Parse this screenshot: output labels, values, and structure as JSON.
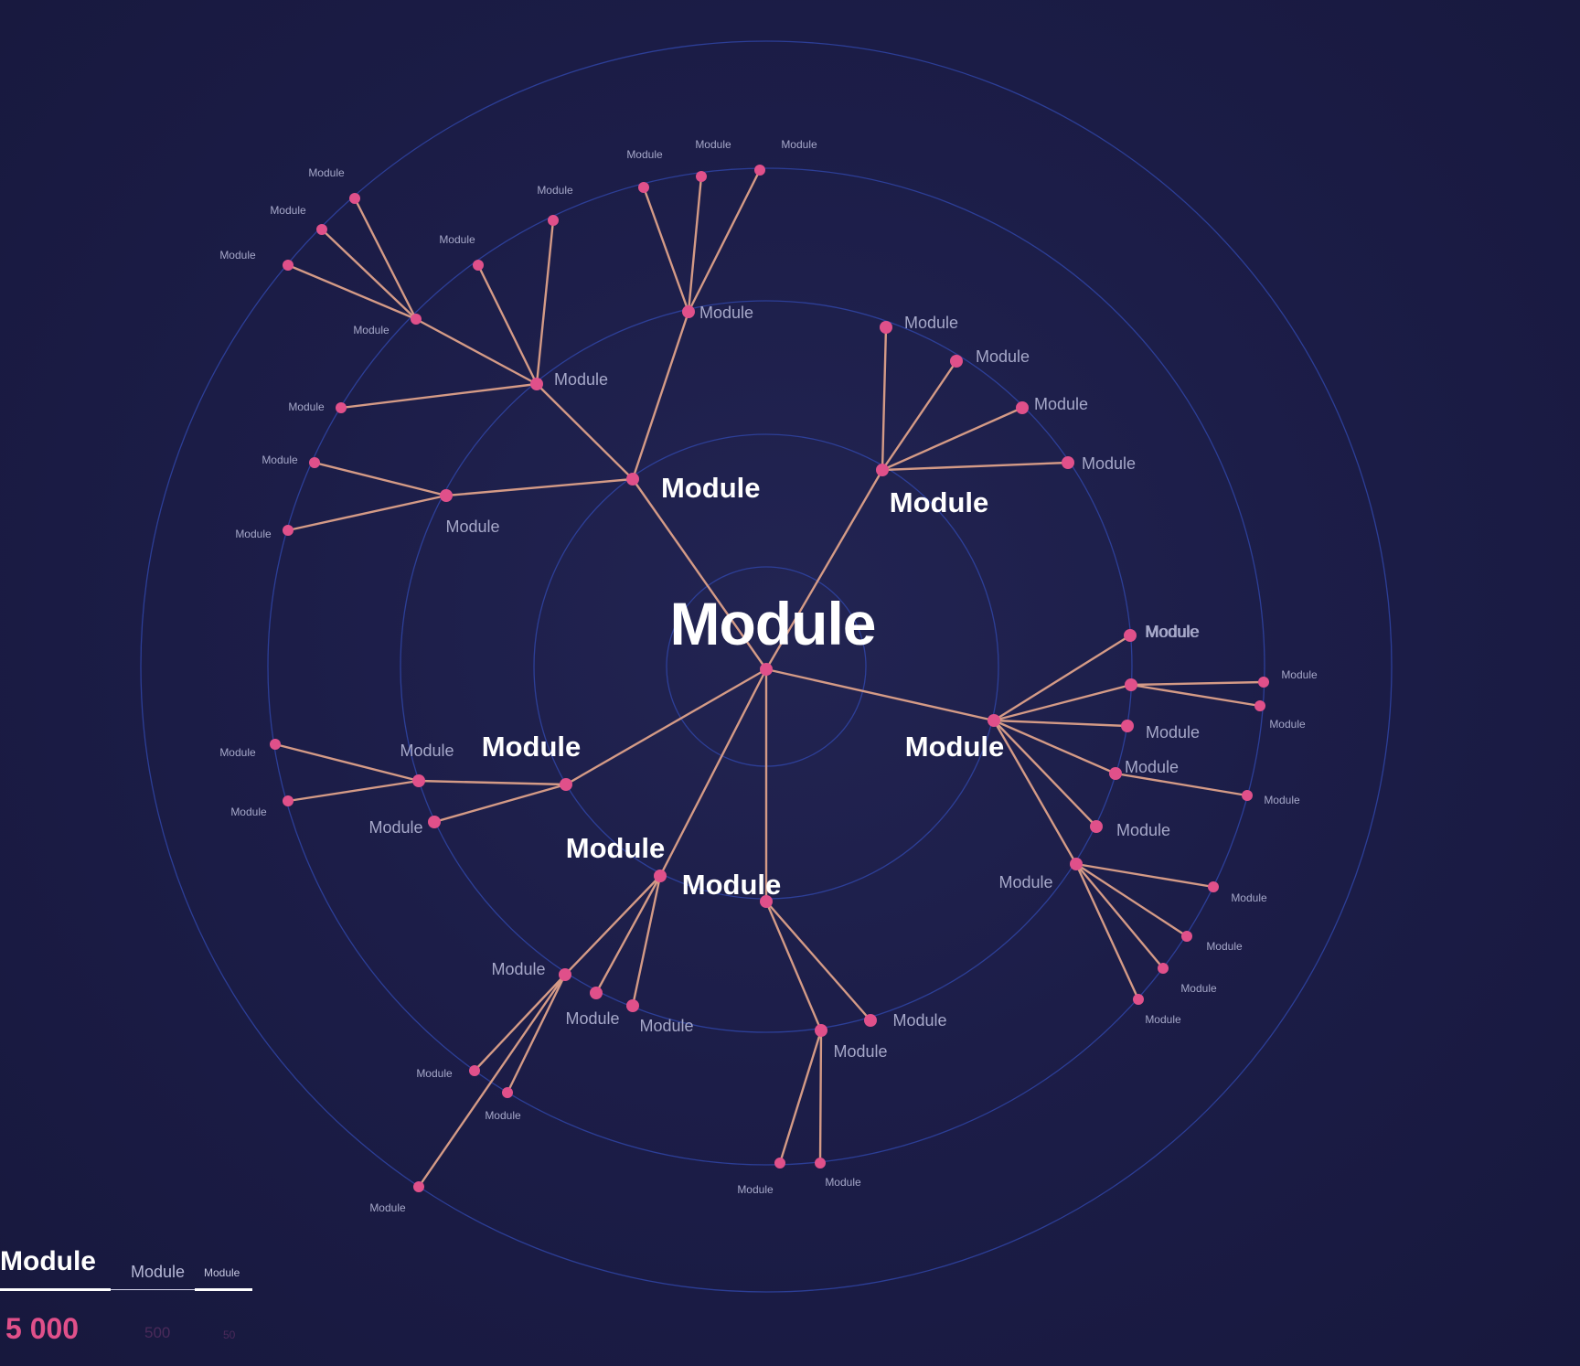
{
  "root": {
    "label": "Module"
  },
  "branches": [
    {
      "label": "Module",
      "children": [
        {
          "label": "Module",
          "children": [
            {
              "label": "Module"
            },
            {
              "label": "Module"
            },
            {
              "label": "Module"
            }
          ]
        },
        {
          "label": "Module",
          "children": [
            {
              "label": "Module",
              "children": [
                {
                  "label": "Module"
                },
                {
                  "label": "Module"
                },
                {
                  "label": "Module"
                }
              ]
            },
            {
              "label": "Module"
            },
            {
              "label": "Module"
            },
            {
              "label": "Module"
            }
          ]
        },
        {
          "label": "Module",
          "children": [
            {
              "label": "Module"
            },
            {
              "label": "Module"
            }
          ]
        }
      ]
    },
    {
      "label": "Module",
      "children": [
        {
          "label": "Module"
        },
        {
          "label": "Module"
        },
        {
          "label": "Module"
        },
        {
          "label": "Module"
        }
      ]
    },
    {
      "label": "Module",
      "children": [
        {
          "label": "Module",
          "children": [
            {
              "label": "Module"
            },
            {
              "label": "Module"
            }
          ]
        },
        {
          "label": "Module"
        },
        {
          "label": "Module"
        },
        {
          "label": "Module",
          "children": [
            {
              "label": "Module"
            }
          ]
        },
        {
          "label": "Module"
        },
        {
          "label": "Module",
          "children": [
            {
              "label": "Module"
            },
            {
              "label": "Module"
            },
            {
              "label": "Module"
            },
            {
              "label": "Module"
            }
          ]
        }
      ]
    },
    {
      "label": "Module",
      "children": [
        {
          "label": "Module",
          "children": [
            {
              "label": "Module"
            },
            {
              "label": "Module"
            }
          ]
        },
        {
          "label": "Module"
        }
      ]
    },
    {
      "label": "Module",
      "children": [
        {
          "label": "Module",
          "children": [
            {
              "label": "Module"
            },
            {
              "label": "Module"
            },
            {
              "label": "Module"
            }
          ]
        },
        {
          "label": "Module"
        },
        {
          "label": "Module"
        }
      ]
    },
    {
      "label": "Module",
      "children": [
        {
          "label": "Module",
          "children": [
            {
              "label": "Module"
            },
            {
              "label": "Module"
            }
          ]
        },
        {
          "label": "Module"
        },
        {
          "label": "Module"
        },
        {
          "label": "Module"
        }
      ]
    }
  ],
  "legend": [
    {
      "label": "Module",
      "value": "5 000"
    },
    {
      "label": "Module",
      "value": "500"
    },
    {
      "label": "Module",
      "value": "50"
    }
  ],
  "colors": {
    "background": "#1c1d48",
    "ring": "#2f43a0",
    "edge": "#d49a86",
    "node": "#e0508a",
    "legend_value": "#e0508a"
  }
}
